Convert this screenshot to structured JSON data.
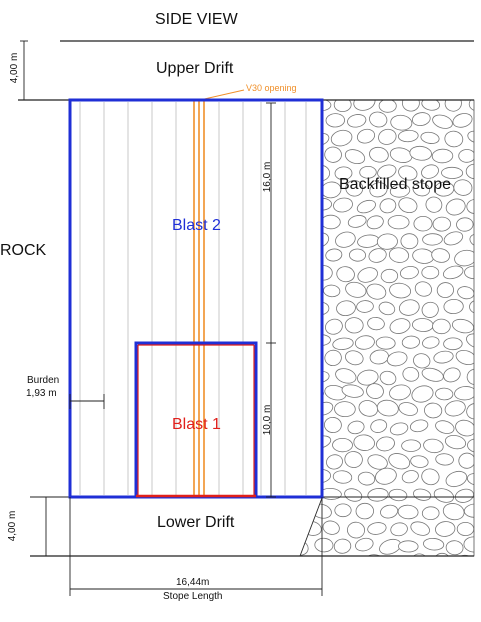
{
  "title": "SIDE VIEW",
  "labels": {
    "upper_drift": "Upper Drift",
    "lower_drift": "Lower Drift",
    "backfilled_stope": "Backfilled stope",
    "rock": "ROCK",
    "blast_2": "Blast 2",
    "blast_1": "Blast 1",
    "v30_opening": "V30 opening",
    "burden_label": "Burden",
    "burden_value": "1,93 m",
    "stope_length_value": "16,44m",
    "stope_length_label": "Stope Length"
  },
  "dimensions": {
    "upper_drift_height": "4,00 m",
    "lower_drift_height": "4,00 m",
    "blast2_height": "16,0 m",
    "blast1_height": "10,0 m"
  },
  "colors": {
    "stope_outline": "#1f2fd6",
    "blast1_outline": "#e0201c",
    "blast2_text": "#1f2fd6",
    "blast1_text": "#e0201c",
    "opening": "#f0902a",
    "rock_line": "#222222",
    "hole_line": "#b8b8b8"
  }
}
